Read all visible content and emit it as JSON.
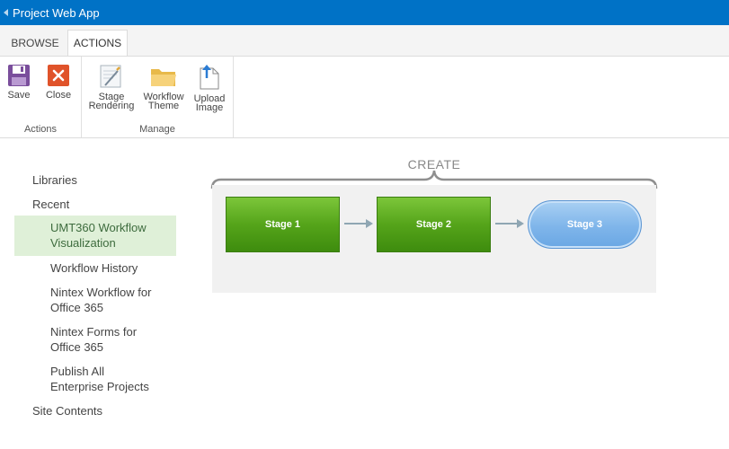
{
  "app": {
    "title": "Project Web App"
  },
  "tabs": [
    {
      "label": "BROWSE"
    },
    {
      "label": "ACTIONS"
    }
  ],
  "ribbon": {
    "groups": [
      {
        "label": "Actions",
        "buttons": [
          {
            "label": "Save",
            "icon": "save-icon"
          },
          {
            "label": "Close",
            "icon": "close-icon"
          }
        ]
      },
      {
        "label": "Manage",
        "buttons": [
          {
            "line1": "Stage",
            "line2": "Rendering",
            "icon": "stage-rendering-icon"
          },
          {
            "line1": "Workflow",
            "line2": "Theme",
            "icon": "folder-icon"
          },
          {
            "line1": "Upload",
            "line2": "Image",
            "icon": "upload-image-icon"
          }
        ]
      }
    ]
  },
  "nav": {
    "items": [
      {
        "label": "Libraries",
        "level": 1
      },
      {
        "label": "Recent",
        "level": 1
      },
      {
        "line1": "UMT360 Workflow",
        "line2": "Visualization",
        "level": 2,
        "selected": true
      },
      {
        "label": "Workflow History",
        "level": 2
      },
      {
        "line1": "Nintex Workflow for",
        "line2": "Office 365",
        "level": 2
      },
      {
        "line1": "Nintex Forms for",
        "line2": "Office 365",
        "level": 2
      },
      {
        "line1": "Publish All",
        "line2": "Enterprise Projects",
        "level": 2
      },
      {
        "label": "Site Contents",
        "level": 1
      }
    ]
  },
  "workflow": {
    "phase_label": "CREATE",
    "stages": [
      {
        "label": "Stage 1",
        "color": "#55a41a"
      },
      {
        "label": "Stage 2",
        "color": "#55a41a"
      },
      {
        "label": "Stage 3",
        "color": "#7fb5ea"
      }
    ]
  },
  "colors": {
    "suite_bar": "#0072c6",
    "selected_nav": "#dff0d8"
  }
}
